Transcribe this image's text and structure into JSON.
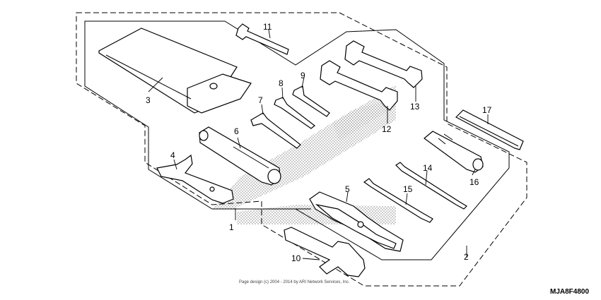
{
  "callouts": {
    "c1": "1",
    "c2": "2",
    "c3": "3",
    "c4": "4",
    "c5": "5",
    "c6": "6",
    "c7": "7",
    "c8": "8",
    "c9": "9",
    "c10": "10",
    "c11": "11",
    "c12": "12",
    "c13": "13",
    "c14": "14",
    "c15": "15",
    "c16": "16",
    "c17": "17"
  },
  "diagram_code": "MJA8F4800",
  "copyright": "Page design (c) 2004 - 2014 by ARI Network Services, Inc.",
  "colors": {
    "line": "#000000",
    "stipple": "#8a8a8a",
    "background": "#ffffff"
  }
}
